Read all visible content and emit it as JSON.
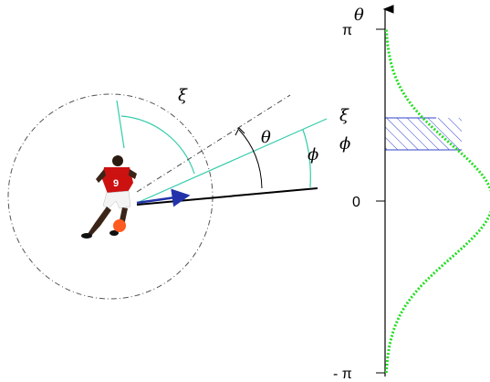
{
  "diagram": {
    "labels": {
      "xi_arc": "ξ",
      "theta_arc": "θ",
      "xi_ray": "ξ",
      "phi_arc": "ϕ",
      "phi_axis": "ϕ"
    },
    "player": {
      "jersey_number": "9",
      "jersey_color": "#cc1111",
      "shorts_color": "#ffffff",
      "ball_color": "#ff5a1f"
    },
    "colors": {
      "circle": "#555555",
      "xi_line": "#33ccaa",
      "dashdot_line": "#444444",
      "heading_line": "#000000",
      "arrow": "#2233aa",
      "hatch": "#3344cc",
      "curve": "#22dd22"
    }
  },
  "axis": {
    "label": "θ",
    "tick_top": "π",
    "tick_zero": "0",
    "tick_bottom": "- π"
  },
  "distribution": {
    "type": "gaussian",
    "mean": 0,
    "hatched_band": {
      "from": 1.0,
      "to": 1.4
    }
  }
}
